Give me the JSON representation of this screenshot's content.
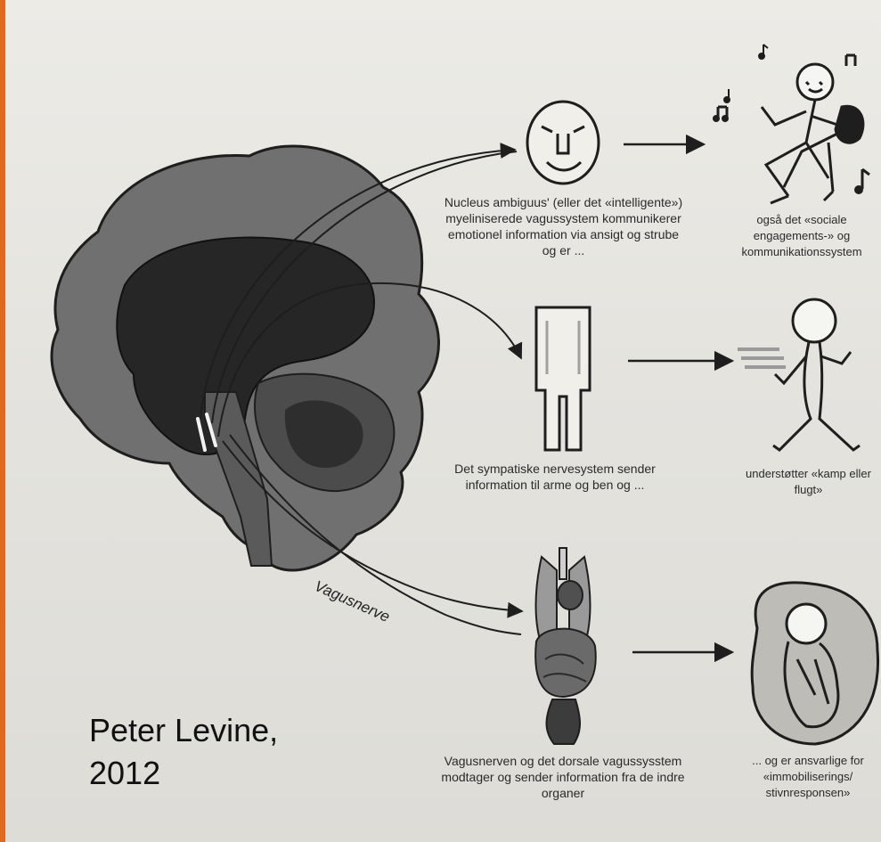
{
  "labels": {
    "vagus_nerve": "Vagusnerve",
    "caption_face": "Nucleus ambiguus' (eller det «intelligente») myeliniserede vagussystem kommunikerer emotionel information via ansigt og strube og er ...",
    "caption_social": "også det «sociale engagements-» og kommunikationssystem",
    "caption_body": "Det sympatiske nervesystem sender information til arme og ben og ...",
    "caption_fight": "understøtter «kamp eller flugt»",
    "caption_organs": "Vagusnerven og det dorsale vagussysstem modtager og sender information fra de indre organer",
    "caption_freeze": "... og er ansvarlige for «immobiliserings/ stivnresponsen»"
  },
  "credit": {
    "line1": "Peter Levine,",
    "line2": "2012"
  },
  "colors": {
    "border": "#e0691f",
    "brain_outer": "#6e6e6e",
    "brain_inner": "#242424",
    "ink": "#1e1e1e"
  }
}
